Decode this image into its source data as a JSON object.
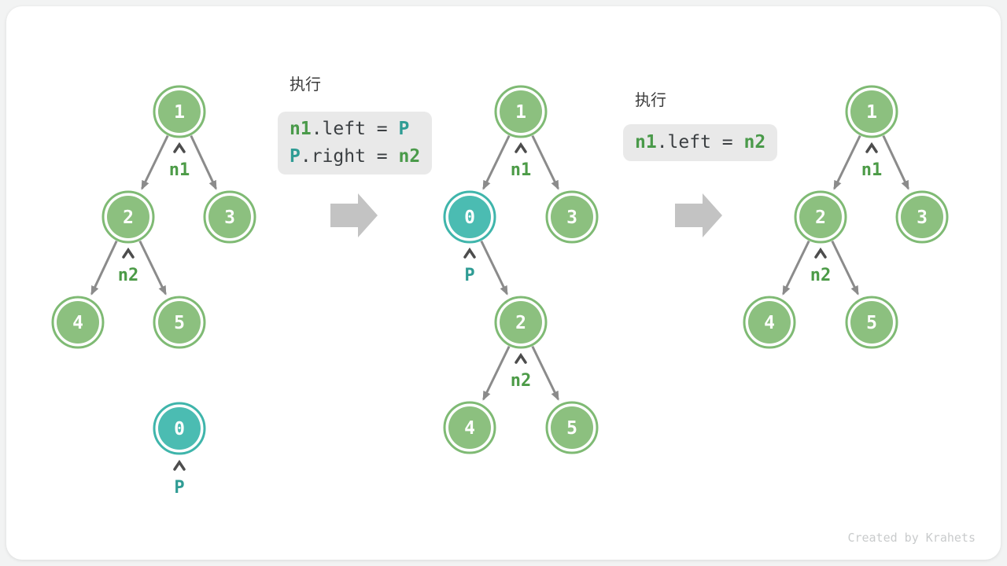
{
  "palette": {
    "page_bg": "#f2f3f3",
    "canvas_bg": "#ffffff",
    "node_green_fill": "#8cc07f",
    "node_green_stroke": "#7fba74",
    "node_teal_fill": "#4bbcb2",
    "node_teal_stroke": "#3fb5ab",
    "node_text": "#ffffff",
    "edge_gray": "#8b8b8b",
    "caret_gray": "#4d4d4d",
    "pointer_green": "#4c9b47",
    "pointer_teal": "#2f9c94",
    "exec_title_color": "#3b3b3b",
    "code_bg": "#e9e9e9",
    "code_text": "#3b3f42",
    "code_green": "#4a9a4a",
    "code_teal": "#2f9c94",
    "block_arrow_gray": "#c3c3c3",
    "watermark_color": "#c9cbcc"
  },
  "watermark": "Created by Krahets",
  "exec_blocks": {
    "first": {
      "title": "执行",
      "line1": {
        "a": "n1",
        "b": ".left = ",
        "c": "P"
      },
      "line2": {
        "a": "P",
        "b": ".right = ",
        "c": "n2"
      }
    },
    "second": {
      "title": "执行",
      "line1": {
        "a": "n1",
        "b": ".left = ",
        "c": "n2"
      }
    }
  },
  "tree_initial": {
    "node1": "1",
    "node2": "2",
    "node3": "3",
    "node4": "4",
    "node5": "5",
    "node0": "0",
    "pointer_n1": "n1",
    "pointer_n2": "n2",
    "pointer_p": "P",
    "edges": [
      "1→2",
      "1→3",
      "2→4",
      "2→5"
    ]
  },
  "tree_intermediate": {
    "node1": "1",
    "node0": "0",
    "node3": "3",
    "node2": "2",
    "node4": "4",
    "node5": "5",
    "pointer_n1": "n1",
    "pointer_p": "P",
    "pointer_n2": "n2",
    "edges": [
      "1→0",
      "1→3",
      "0→2",
      "2→4",
      "2→5"
    ]
  },
  "tree_final": {
    "node1": "1",
    "node2": "2",
    "node3": "3",
    "node4": "4",
    "node5": "5",
    "pointer_n1": "n1",
    "pointer_n2": "n2",
    "edges": [
      "1→2",
      "1→3",
      "2→4",
      "2→5"
    ]
  }
}
